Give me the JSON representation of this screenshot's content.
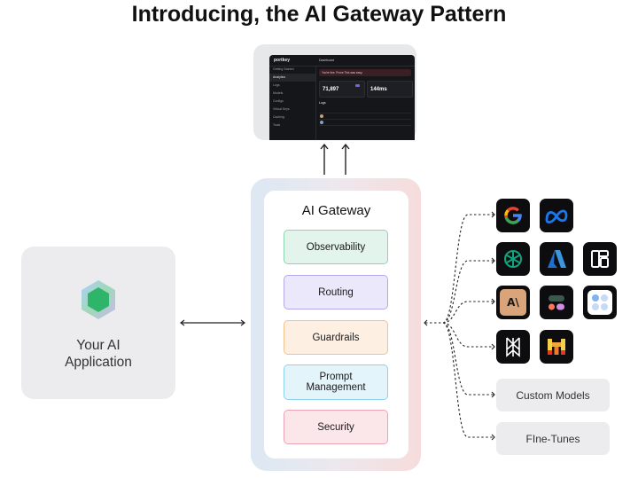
{
  "title": "Introducing, the AI Gateway Pattern",
  "dashboard": {
    "brand": "portkey",
    "crumb": "Dashboard",
    "banner": "You're live. Prove This was easy.",
    "nav": [
      "Getting Started",
      "Analytics",
      "Logs",
      "Models",
      "Configs",
      "Virtual Keys",
      "Caching",
      "Tools"
    ],
    "metric_1": "71,897",
    "metric_2": "144ms",
    "logs_label": "Logs"
  },
  "gateway": {
    "title": "AI Gateway",
    "modules": {
      "observability": "Observability",
      "routing": "Routing",
      "guardrails": "Guardrails",
      "prompt_line1": "Prompt",
      "prompt_line2": "Management",
      "security": "Security"
    }
  },
  "app": {
    "line1": "Your AI",
    "line2": "Application"
  },
  "providers": {
    "icons": [
      "google-icon",
      "meta-icon",
      "openai-icon",
      "azure-icon",
      "mistral-like-icon",
      "anthropic-icon",
      "cohere-icon",
      "dots-icon",
      "perplexity-icon",
      "mistral-icon"
    ],
    "anthropic_glyph": "A\\",
    "custom_models": "Custom Models",
    "fine_tunes": "FIne-Tunes"
  },
  "colors": {
    "observability_border": "#8fd4b0",
    "routing_border": "#b5a9ee",
    "guardrails_border": "#f1c28e",
    "prompt_border": "#8fd1ec",
    "security_border": "#eea3b2"
  }
}
